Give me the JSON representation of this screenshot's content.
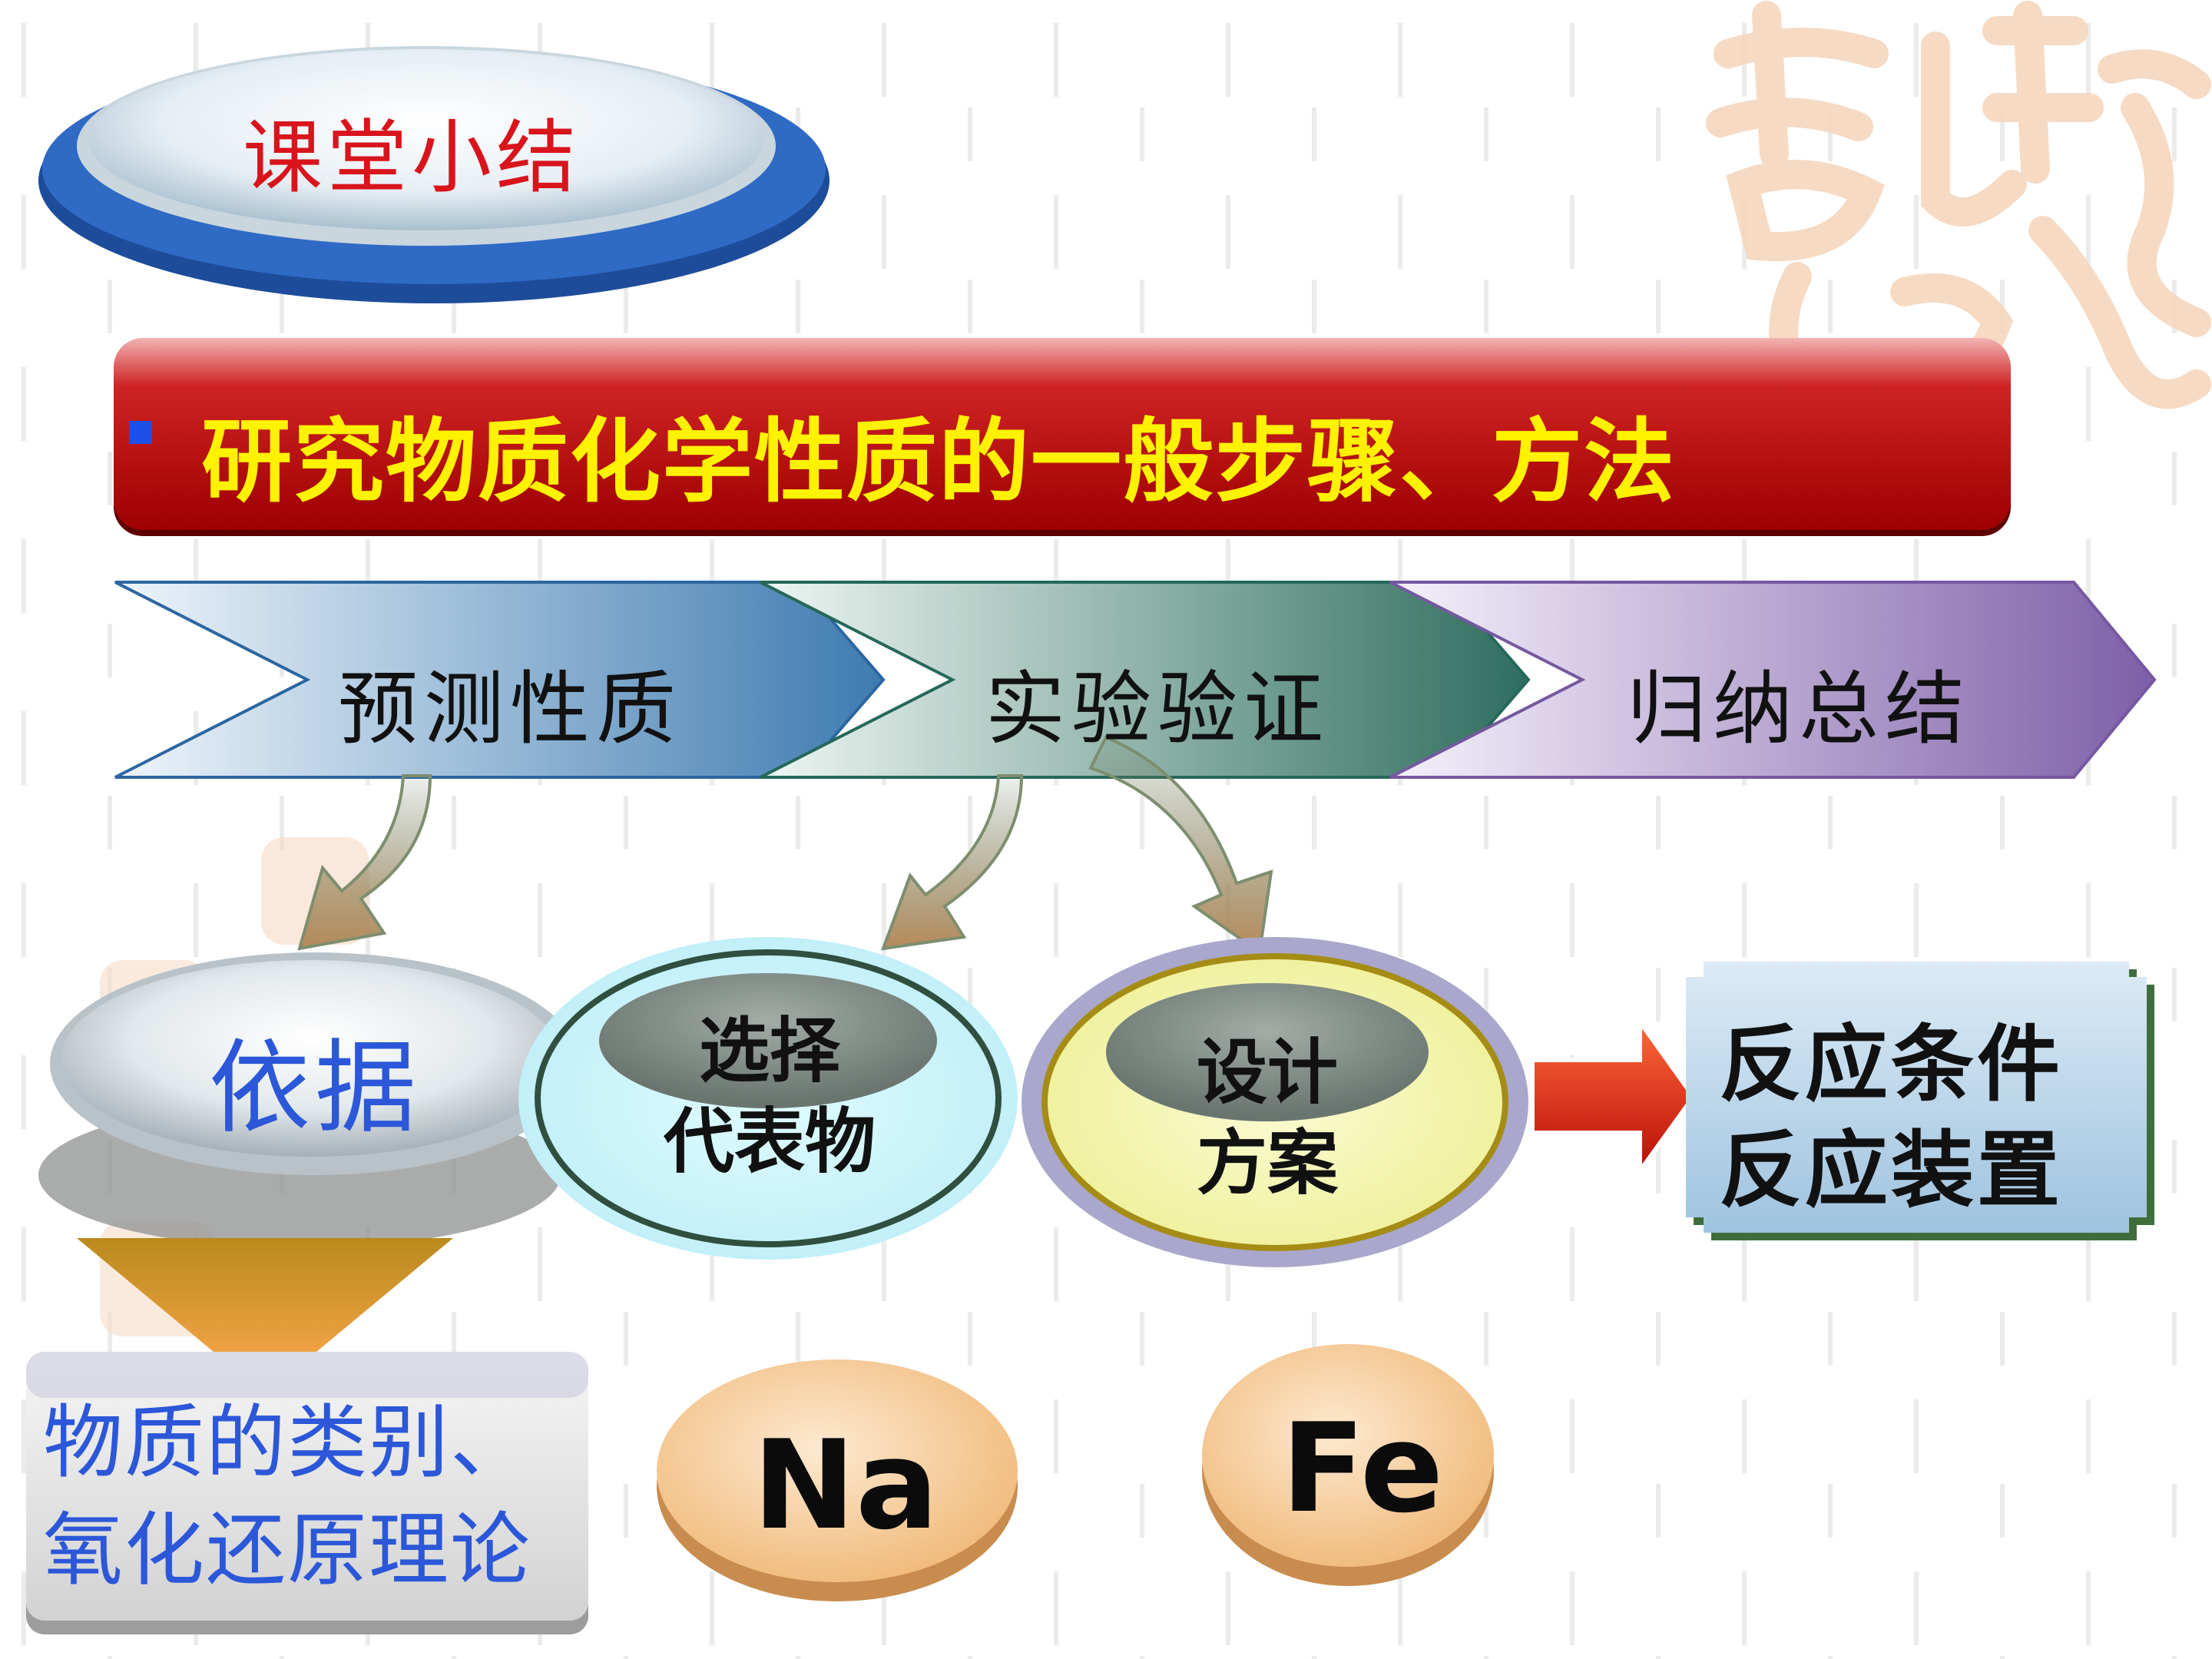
{
  "slide": {
    "title": "课堂小结",
    "header": "研究物质化学性质的一般步骤、方法",
    "steps": [
      {
        "label": "预测性质"
      },
      {
        "label": "实验验证"
      },
      {
        "label": "归纳总结"
      }
    ],
    "basis_label": "依据",
    "basis_detail": [
      "物质的类别、",
      "氧化还原理论"
    ],
    "choose_representative": [
      "选择",
      "代表物"
    ],
    "design_plan": [
      "设计",
      "方案"
    ],
    "conditions": [
      "反应条件",
      "反应装置"
    ],
    "elements": [
      "Na",
      "Fe"
    ],
    "watermark_text": "吉祥如意"
  },
  "colors": {
    "title_red": "#d8141c",
    "header_bar": "#c20b0e",
    "header_text": "#fff200",
    "accent_blue": "#2b57d8",
    "coin": "#f4c07e",
    "arrow_red": "#d41a10",
    "watermark": "#f6d6bd"
  }
}
